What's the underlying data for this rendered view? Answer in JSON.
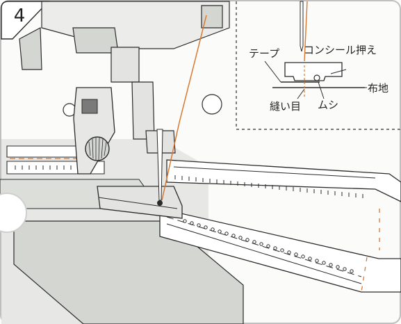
{
  "step": {
    "number": "4"
  },
  "callouts": {
    "tape": "テープ",
    "concealed_foot": "コンシール押え",
    "fabric": "布地",
    "stitch": "縫い目",
    "teeth": "ムシ"
  },
  "colors": {
    "line": "#2a2a2a",
    "thread": "#d9772e",
    "shade": "#d4d6d2",
    "paper": "#fbfbf9",
    "border": "#bfbfbf"
  }
}
